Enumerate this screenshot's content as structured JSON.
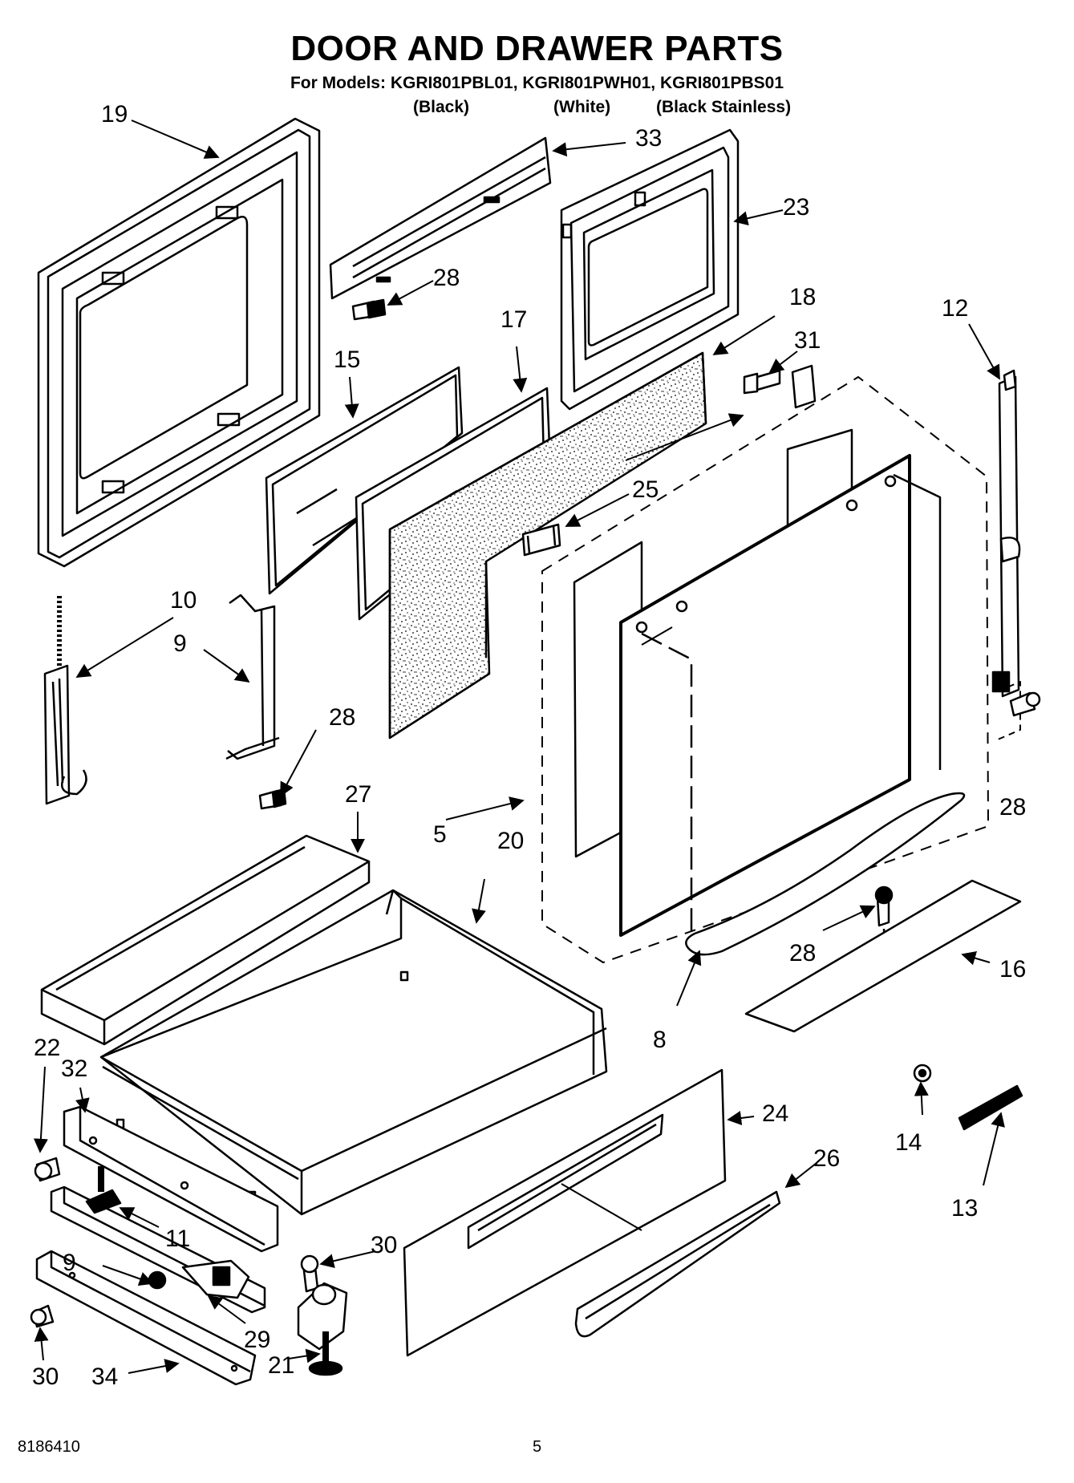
{
  "header": {
    "title": "DOOR AND DRAWER PARTS",
    "models": "For Models: KGRI801PBL01, KGRI801PWH01, KGRI801PBS01",
    "variants": [
      "(Black)",
      "(White)",
      "(Black Stainless)"
    ]
  },
  "footer": {
    "doc_number": "8186410",
    "page_number": "5"
  },
  "parts": [
    {
      "id": "p19",
      "number": "19"
    },
    {
      "id": "p33",
      "number": "33"
    },
    {
      "id": "p23",
      "number": "23"
    },
    {
      "id": "p28a",
      "number": "28"
    },
    {
      "id": "p17",
      "number": "17"
    },
    {
      "id": "p18",
      "number": "18"
    },
    {
      "id": "p15",
      "number": "15"
    },
    {
      "id": "p31",
      "number": "31"
    },
    {
      "id": "p12",
      "number": "12"
    },
    {
      "id": "p25",
      "number": "25"
    },
    {
      "id": "p10",
      "number": "10"
    },
    {
      "id": "p9a",
      "number": "9"
    },
    {
      "id": "p28b",
      "number": "28"
    },
    {
      "id": "p27",
      "number": "27"
    },
    {
      "id": "p28c",
      "number": "28"
    },
    {
      "id": "p5",
      "number": "5"
    },
    {
      "id": "p20",
      "number": "20"
    },
    {
      "id": "p28d",
      "number": "28"
    },
    {
      "id": "p16",
      "number": "16"
    },
    {
      "id": "p8",
      "number": "8"
    },
    {
      "id": "p22",
      "number": "22"
    },
    {
      "id": "p32",
      "number": "32"
    },
    {
      "id": "p24",
      "number": "24"
    },
    {
      "id": "p14",
      "number": "14"
    },
    {
      "id": "p26",
      "number": "26"
    },
    {
      "id": "p13",
      "number": "13"
    },
    {
      "id": "p11",
      "number": "11"
    },
    {
      "id": "p9b",
      "number": "9"
    },
    {
      "id": "p30a",
      "number": "30"
    },
    {
      "id": "p29",
      "number": "29"
    },
    {
      "id": "p21",
      "number": "21"
    },
    {
      "id": "p30b",
      "number": "30"
    },
    {
      "id": "p34",
      "number": "34"
    }
  ]
}
